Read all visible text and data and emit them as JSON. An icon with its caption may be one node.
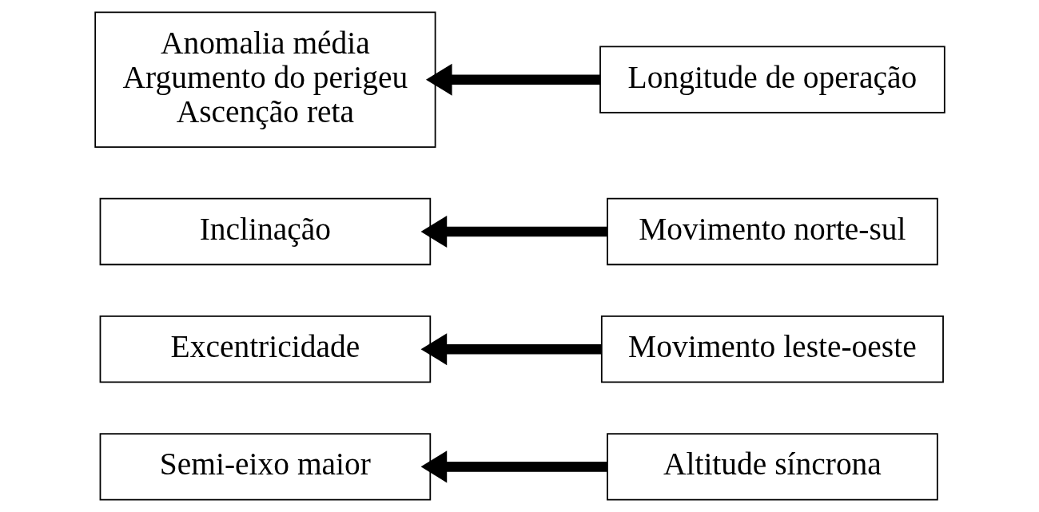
{
  "diagram": {
    "nodes": [
      {
        "text": [
          "Semi-eixo maior"
        ]
      },
      {
        "text": [
          "Altitude síncrona"
        ]
      },
      {
        "text": [
          "Excentricidade"
        ]
      },
      {
        "text": [
          "Movimento leste-oeste"
        ]
      },
      {
        "text": [
          "Inclinação"
        ]
      },
      {
        "text": [
          "Movimento norte-sul"
        ]
      },
      {
        "text": [
          "Anomalia média",
          "Argumento do perigeu",
          "Ascenção reta"
        ]
      },
      {
        "text": [
          "Longitude de operação"
        ]
      }
    ],
    "edges": [
      {
        "from": 1,
        "to": 0,
        "arrow": "to"
      },
      {
        "from": 3,
        "to": 2,
        "arrow": "to"
      },
      {
        "from": 5,
        "to": 4,
        "arrow": "to"
      },
      {
        "from": 7,
        "to": 6,
        "arrow": "to"
      }
    ]
  }
}
